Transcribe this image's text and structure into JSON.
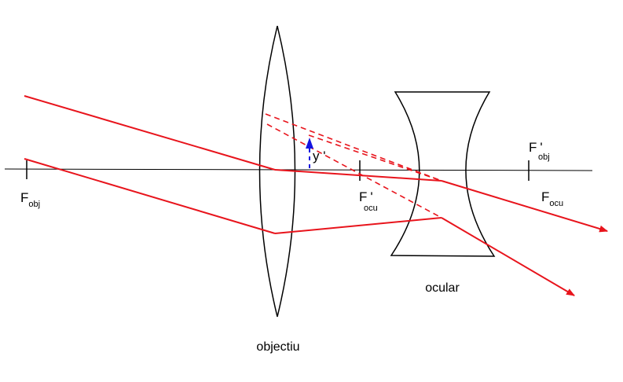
{
  "colors": {
    "ray": "#e8141c",
    "image_arrow": "#1414e0",
    "axis": "#000000",
    "lens": "#000000"
  },
  "labels": {
    "f_obj": {
      "main": "F",
      "sub": "obj"
    },
    "f_ocu_prime": {
      "main": "F",
      "sub": "ocu",
      "prime": "'"
    },
    "f_obj_prime": {
      "main": "F",
      "sub": "obj",
      "prime": "'"
    },
    "f_ocu": {
      "main": "F",
      "sub": "ocu"
    },
    "image": "y '",
    "objective": "objectiu",
    "eyepiece": "ocular"
  }
}
